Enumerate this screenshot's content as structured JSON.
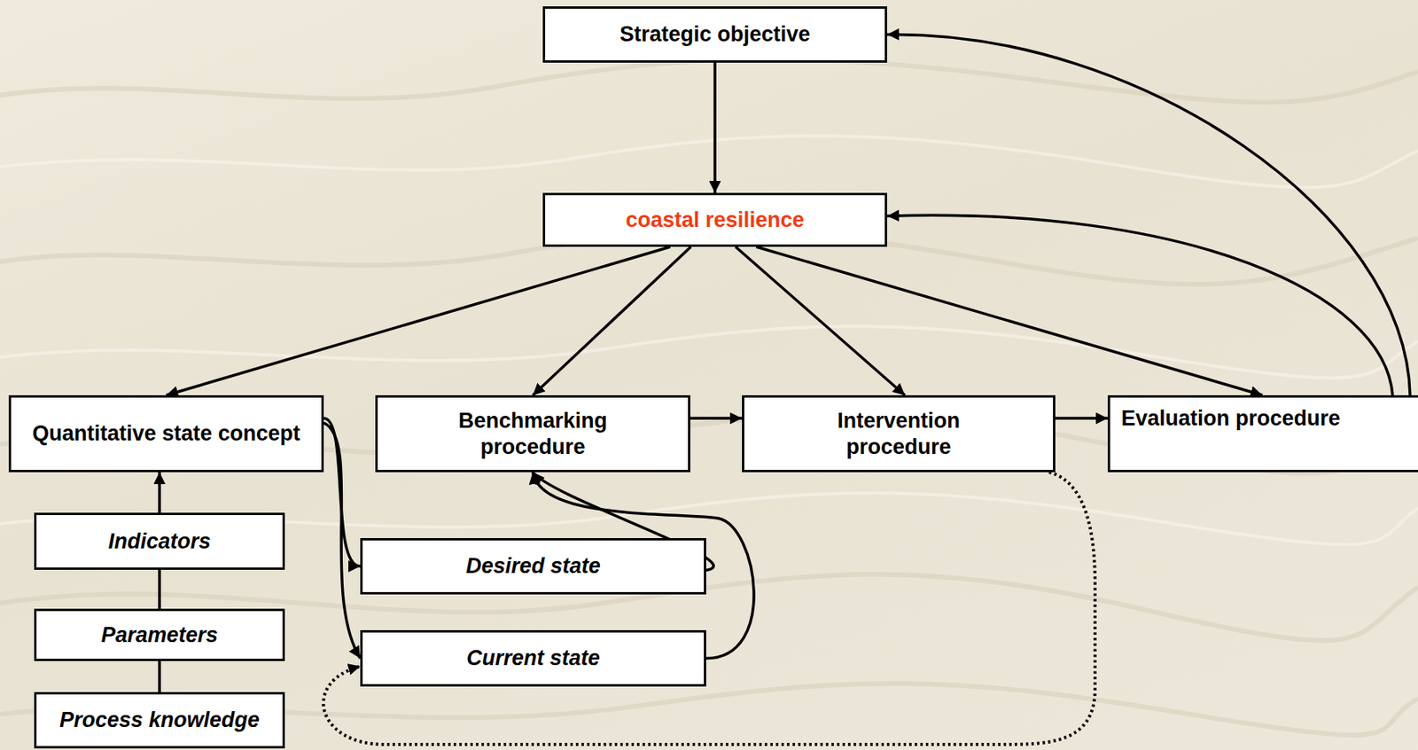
{
  "diagram": {
    "nodes": [
      {
        "text": [
          "Strategic objective"
        ]
      },
      {
        "text": [
          "coastal resilience"
        ]
      },
      {
        "text": [
          "Quantitative state concept"
        ]
      },
      {
        "text": [
          "Benchmarking procedure"
        ]
      },
      {
        "text": [
          "Intervention procedure"
        ]
      },
      {
        "text": [
          "Evaluation procedure"
        ]
      },
      {
        "text": [
          "Indicators"
        ]
      },
      {
        "text": [
          "Desired state"
        ]
      },
      {
        "text": [
          "Parameters"
        ]
      },
      {
        "text": [
          "Current state"
        ]
      },
      {
        "text": [
          "Process knowledge"
        ]
      }
    ],
    "edges": [
      {
        "from": 0,
        "to": 1,
        "arrow": "to"
      },
      {
        "from": 1,
        "to": 2,
        "arrow": "to"
      },
      {
        "from": 1,
        "to": 3,
        "arrow": "to"
      },
      {
        "from": 1,
        "to": 4,
        "arrow": "to"
      },
      {
        "from": 1,
        "to": 5,
        "arrow": "to"
      },
      {
        "from": 3,
        "to": 4,
        "arrow": "to"
      },
      {
        "from": 4,
        "to": 5,
        "arrow": "to"
      },
      {
        "from": 5,
        "to": 0,
        "arrow": "to"
      },
      {
        "from": 5,
        "to": 1,
        "arrow": "to"
      },
      {
        "from": 6,
        "to": 2,
        "arrow": "to"
      },
      {
        "from": 6,
        "to": 8,
        "arrow": "none"
      },
      {
        "from": 8,
        "to": 10,
        "arrow": "none"
      },
      {
        "from": 2,
        "to": 7,
        "arrow": "to"
      },
      {
        "from": 2,
        "to": 9,
        "arrow": "to"
      },
      {
        "from": 7,
        "to": 3,
        "arrow": "to"
      },
      {
        "from": 9,
        "to": 3,
        "arrow": "to"
      },
      {
        "from": 4,
        "to": 9,
        "arrow": "to"
      }
    ]
  }
}
